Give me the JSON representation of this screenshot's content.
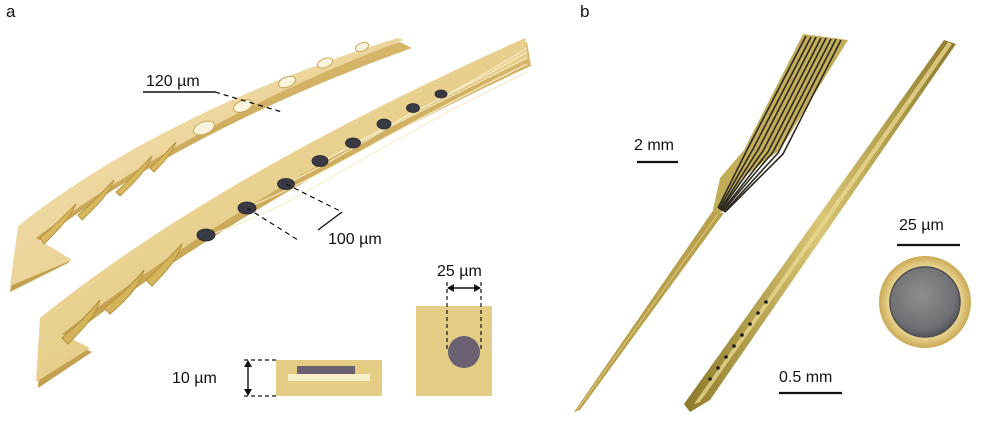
{
  "figure": {
    "panel_a": {
      "letter": "a",
      "labels": {
        "hole_spacing": "120 µm",
        "electrode_pitch": "100 µm",
        "film_thickness": "10 µm",
        "electrode_diameter": "25 µm"
      }
    },
    "panel_b": {
      "letter": "b",
      "labels": {
        "scale_2mm": "2 mm",
        "scale_05mm": "0.5 mm",
        "scale_25um": "25 µm"
      }
    },
    "colors": {
      "substrate": "#e9cf8a",
      "substrate_light": "#f3e2b2",
      "substrate_shade": "#cfae5c",
      "electrode": "#3a3a44",
      "pad_dark": "#6b6072",
      "gold_trace": "#b79a3c",
      "microscope_gray": "#77787a"
    }
  }
}
